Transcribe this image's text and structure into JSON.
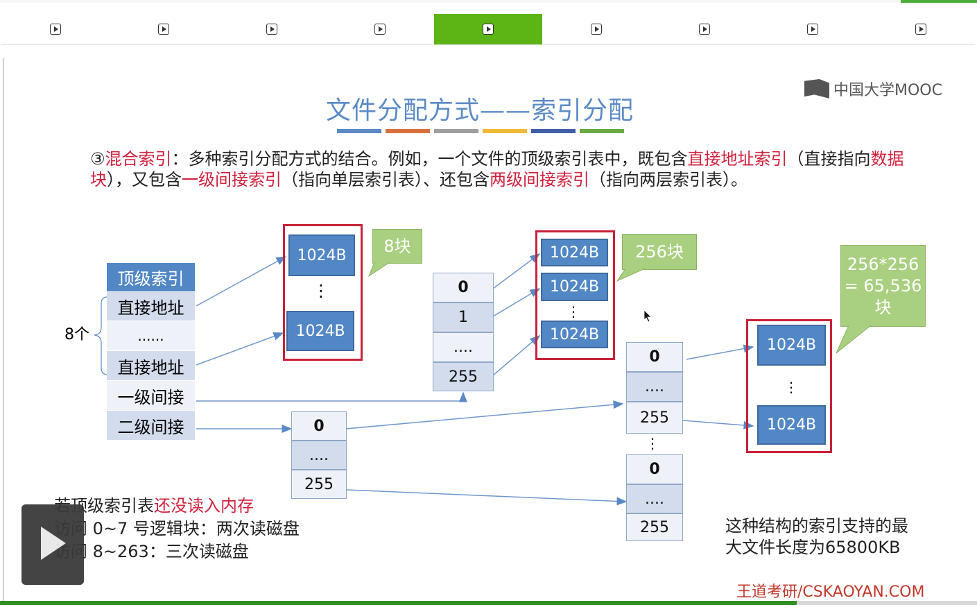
{
  "slide": {
    "title": "文件分配方式——索引分配",
    "logo_text": "中国大学MOOC",
    "stripe_colors": [
      "#5b8bc6",
      "#d8703e",
      "#9e9e9e",
      "#f0b93a",
      "#3f5ea8",
      "#6aab45"
    ],
    "desc_parts": [
      "③",
      "混合索引",
      "：多种索引分配方式的结合。例如，一个文件的顶级索引表中，既包含",
      "直接地址索引",
      "（直接指向",
      "数据块",
      "），又包含",
      "一级间接索引",
      "（指向单层索引表）、还包含",
      "两级间接索引",
      "（指向两层索引表）。"
    ]
  },
  "top_index": {
    "header": "顶级索引",
    "rows": [
      "直接地址",
      "......",
      "直接地址",
      "一级间接",
      "二级间接"
    ],
    "count_label": "8个"
  },
  "blocks": {
    "b1": "1024B",
    "dots_v": "⋮",
    "idx_dots": "....",
    "idx_0": "0",
    "idx_1": "1",
    "idx_255": "255"
  },
  "callouts": {
    "c8": "8块",
    "c256": "256块",
    "c65536_lines": [
      "256*256",
      "= 65,536",
      "块"
    ]
  },
  "notes": {
    "line1_a": "若顶级索引表",
    "line1_b": "还没读入内存",
    "line2": "访问 0~7 号逻辑块：两次读磁盘",
    "line3": "访问 8~263：三次读磁盘",
    "right1": "这种结构的索引支持的最",
    "right2": "大文件长度为65800KB"
  },
  "brand": "王道考研/CSKAOYAN.COM",
  "tabs": {
    "count": 9,
    "active_index": 4
  },
  "colors": {
    "accent": "#5db515",
    "title": "#5b8bc6",
    "red": "#d0213d"
  }
}
